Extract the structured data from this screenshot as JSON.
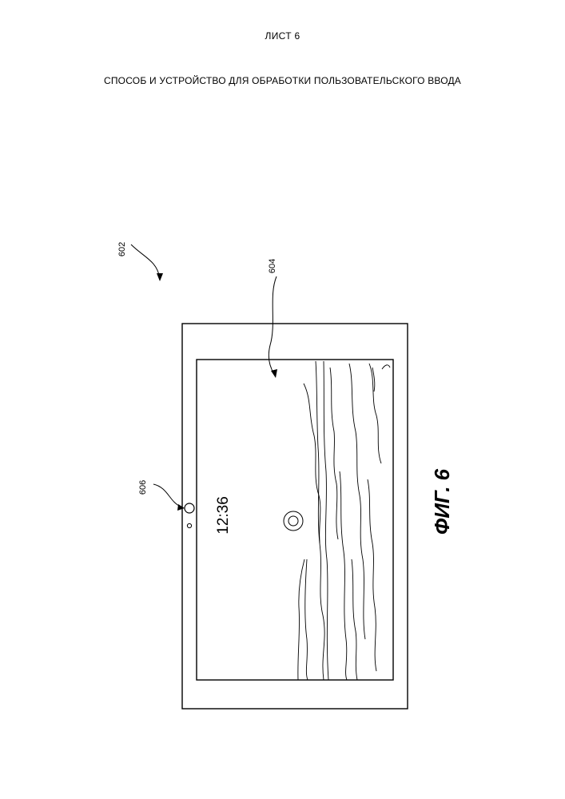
{
  "header": {
    "sheet_label": "ЛИСТ 6",
    "title": "СПОСОБ И УСТРОЙСТВО ДЛЯ ОБРАБОТКИ ПОЛЬЗОВАТЕЛЬСКОГО ВВОДА"
  },
  "figure": {
    "caption": "ФИГ. 6",
    "device_ref": "602",
    "display_ref": "604",
    "camera_ref": "606",
    "clock_text": "12:36"
  }
}
